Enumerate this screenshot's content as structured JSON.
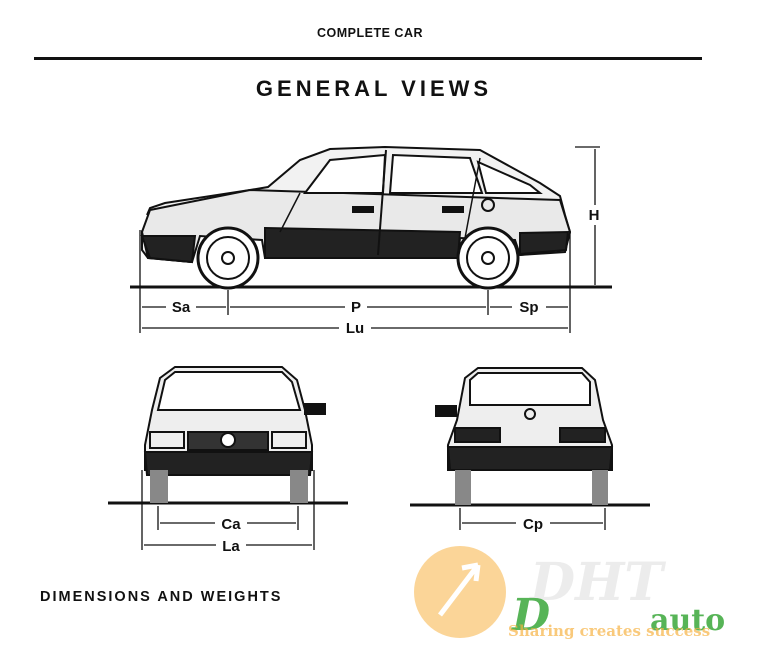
{
  "header": {
    "section_title": "COMPLETE CAR"
  },
  "title": "GENERAL VIEWS",
  "dimensions": {
    "side": {
      "front_overhang": "Sa",
      "wheelbase": "P",
      "rear_overhang": "Sp",
      "overall_length": "Lu",
      "height": "H"
    },
    "front": {
      "track": "Ca",
      "width": "La"
    },
    "rear": {
      "track": "Cp"
    }
  },
  "section_heading": "DIMENSIONS AND WEIGHTS",
  "watermark": {
    "logo_text": "DHT auto",
    "slogan": "Sharing creates success"
  },
  "colors": {
    "ink": "#111111",
    "watermark_orange": "#f5a623",
    "watermark_green": "#3aa83a"
  }
}
